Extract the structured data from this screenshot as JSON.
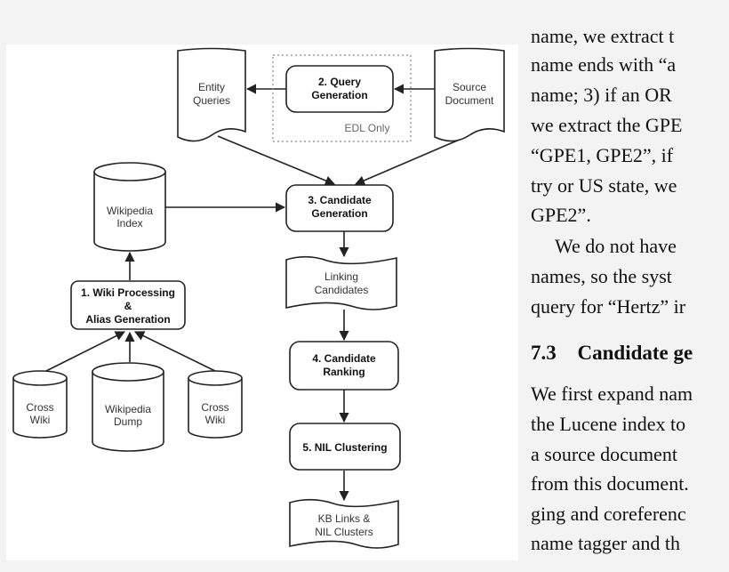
{
  "diagram": {
    "nodes": {
      "entity_queries": [
        "Entity",
        "Queries"
      ],
      "query_generation": [
        "2. Query",
        "Generation"
      ],
      "source_document": [
        "Source",
        "Document"
      ],
      "edl_only": "EDL Only",
      "wikipedia_index": [
        "Wikipedia",
        "Index"
      ],
      "candidate_generation": [
        "3. Candidate",
        "Generation"
      ],
      "linking_candidates": [
        "Linking",
        "Candidates"
      ],
      "wiki_processing": [
        "1. Wiki Processing",
        "&",
        "Alias Generation"
      ],
      "candidate_ranking": [
        "4. Candidate",
        "Ranking"
      ],
      "cross_wiki_left": [
        "Cross",
        "Wiki"
      ],
      "wikipedia_dump": [
        "Wikipedia",
        "Dump"
      ],
      "cross_wiki_right": [
        "Cross",
        "Wiki"
      ],
      "nil_clustering": "5. NIL Clustering",
      "kb_links": [
        "KB Links &",
        "NIL Clusters"
      ]
    }
  },
  "text_column": {
    "lines": [
      "name, we extract t",
      "name ends with “a",
      "name; 3) if an OR",
      "we extract the GPE",
      "“GPE1, GPE2”, if",
      "try or US state, we",
      "GPE2”.",
      "We do not have",
      "names, so the syst",
      "query for “Hertz” ir"
    ],
    "section_number": "7.3",
    "section_title": "Candidate ge",
    "lines_after": [
      "We first expand nam",
      "the Lucene index to",
      "a source document",
      "from this document.",
      "ging and coreferenc",
      "name tagger and th"
    ]
  }
}
